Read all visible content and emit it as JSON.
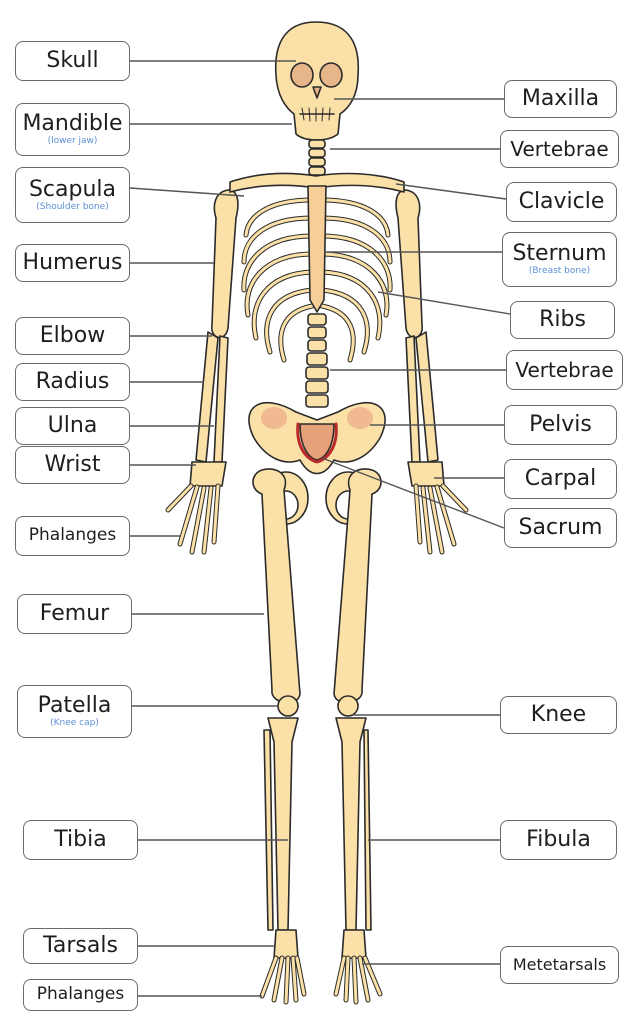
{
  "colors": {
    "bone": "#fbe1a8",
    "bone_outline": "#2b2b2b",
    "bone_shade": "#f0b98f",
    "sacrum_accent": "#b92b2b",
    "leader_line": "#555555",
    "label_border": "#6b6b6b",
    "sub_label": "#5b8fd6"
  },
  "labels": {
    "skull": {
      "text": "Skull"
    },
    "mandible": {
      "text": "Mandible",
      "sub": "(lower jaw)"
    },
    "scapula": {
      "text": "Scapula",
      "sub": "(Shoulder bone)"
    },
    "humerus": {
      "text": "Humerus"
    },
    "elbow": {
      "text": "Elbow"
    },
    "radius": {
      "text": "Radius"
    },
    "ulna": {
      "text": "Ulna"
    },
    "wrist": {
      "text": "Wrist"
    },
    "phalanges_hand": {
      "text": "Phalanges"
    },
    "femur": {
      "text": "Femur"
    },
    "patella": {
      "text": "Patella",
      "sub": "(Knee cap)"
    },
    "tibia": {
      "text": "Tibia"
    },
    "tarsals": {
      "text": "Tarsals"
    },
    "phalanges_foot": {
      "text": "Phalanges"
    },
    "maxilla": {
      "text": "Maxilla"
    },
    "vertebrae_upper": {
      "text": "Vertebrae"
    },
    "clavicle": {
      "text": "Clavicle"
    },
    "sternum": {
      "text": "Sternum",
      "sub": "(Breast bone)"
    },
    "ribs": {
      "text": "Ribs"
    },
    "vertebrae_lower": {
      "text": "Vertebrae"
    },
    "pelvis": {
      "text": "Pelvis"
    },
    "carpal": {
      "text": "Carpal"
    },
    "sacrum": {
      "text": "Sacrum"
    },
    "knee": {
      "text": "Knee"
    },
    "fibula": {
      "text": "Fibula"
    },
    "metatarsals": {
      "text": "Metetarsals"
    }
  }
}
